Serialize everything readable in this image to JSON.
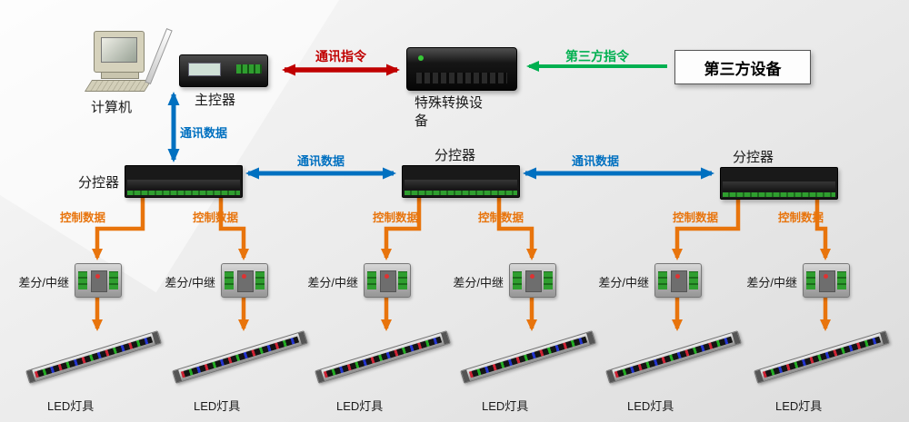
{
  "nodes": {
    "computer": {
      "label": "计算机"
    },
    "main_controller": {
      "label": "主控器"
    },
    "converter": {
      "label": "特殊转换设备"
    },
    "third_party": {
      "label": "第三方设备"
    },
    "sub_controller": {
      "label": "分控器"
    },
    "repeater": {
      "label": "差分/中继"
    },
    "led": {
      "label": "LED灯具"
    }
  },
  "edges": {
    "comm_command": {
      "label": "通讯指令"
    },
    "third_party_command": {
      "label": "第三方指令"
    },
    "comm_data": {
      "label": "通讯数据"
    },
    "control_data": {
      "label": "控制数据"
    }
  },
  "colors": {
    "comm-command": "#c00000",
    "third-command": "#00b050",
    "comm-data": "#0070c0",
    "control-data": "#e8740c"
  }
}
